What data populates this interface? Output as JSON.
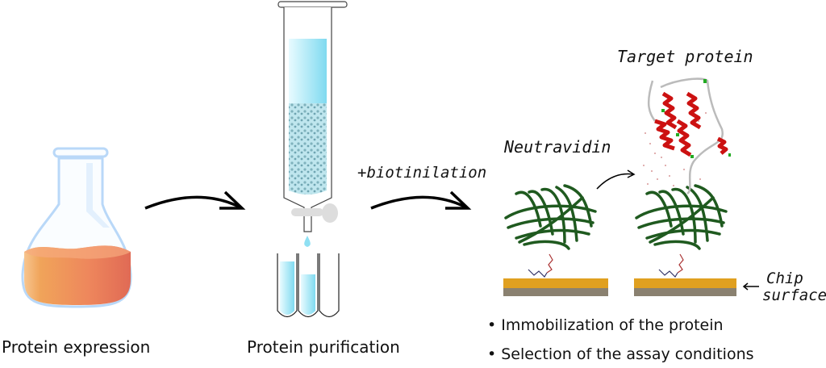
{
  "labels": {
    "protein_expression": "Protein expression",
    "protein_purification": "Protein purification",
    "biotinilation": "+biotinilation",
    "neutravidin": "Neutravidin",
    "target_protein": "Target protein",
    "chip_surface_line1": "Chip",
    "chip_surface_line2": "surface"
  },
  "bullets": [
    "Immobilization of the protein",
    "Selection of the assay conditions"
  ],
  "colors": {
    "liquid_orange": "#ef8a5a",
    "liquid_blue": "#8fe0f3",
    "glass": "#b9d8f8",
    "chip_gold": "#e0a020",
    "chip_gray": "#8a8170",
    "neutravidin_green": "#1f5a1f",
    "helix_red": "#cc1111"
  }
}
